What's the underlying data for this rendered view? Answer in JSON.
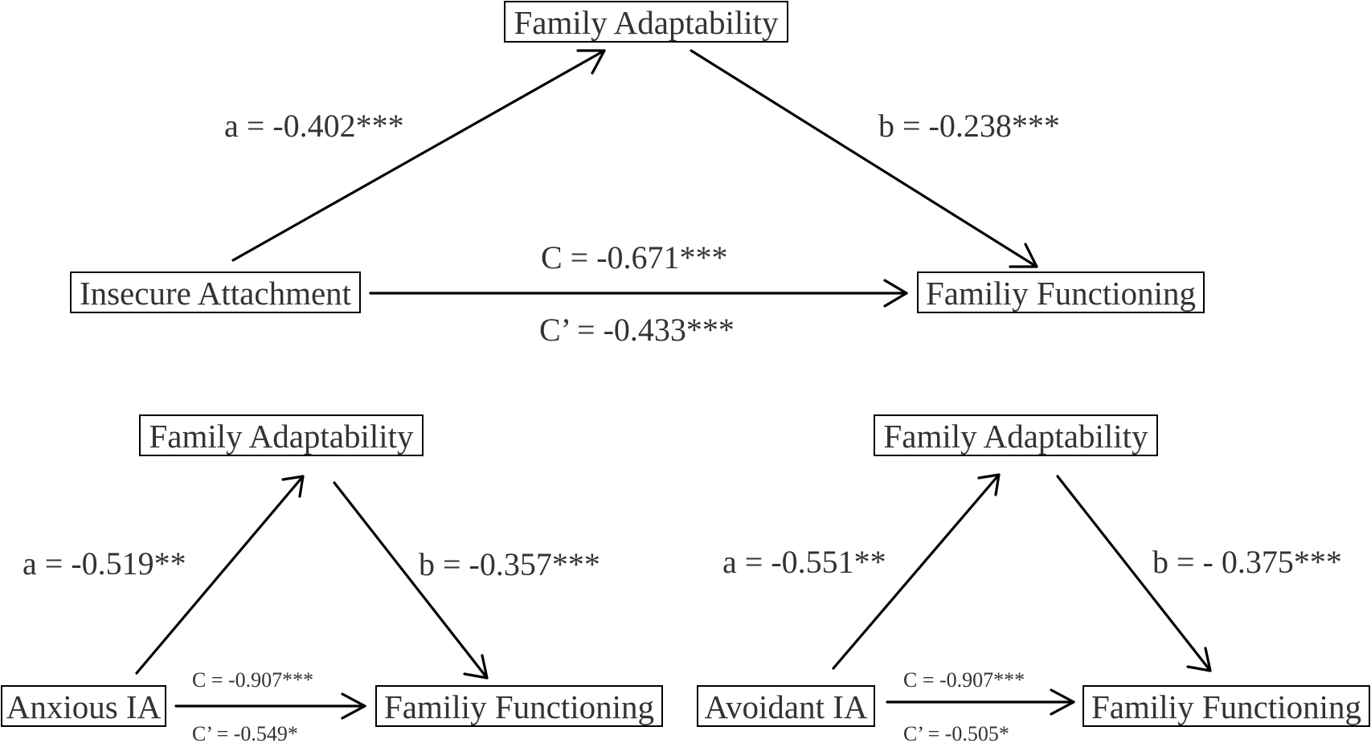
{
  "top": {
    "mediator": "Family Adaptability",
    "predictor": "Insecure Attachment",
    "outcome": "Familiy Functioning",
    "a": "a = -0.402***",
    "b": "b = -0.238***",
    "c": "C = -0.671***",
    "c_prime": "C’ = -0.433***"
  },
  "left": {
    "mediator": "Family Adaptability",
    "predictor": "Anxious IA",
    "outcome": "Familiy Functioning",
    "a": "a = -0.519**",
    "b": "b = -0.357***",
    "c": "C = -0.907***",
    "c_prime": "C’ = -0.549*"
  },
  "right": {
    "mediator": "Family Adaptability",
    "predictor": "Avoidant IA",
    "outcome": "Familiy Functioning",
    "a": "a = -0.551**",
    "b": "b = - 0.375***",
    "c": "C = -0.907***",
    "c_prime": "C’ = -0.505*"
  }
}
